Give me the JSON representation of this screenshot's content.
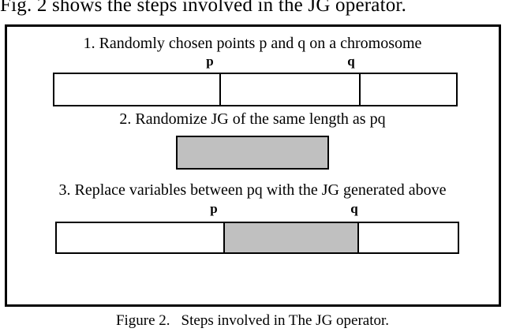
{
  "intro": {
    "text": "Fig. 2 shows the steps involved in the JG operator."
  },
  "diagram": {
    "step1": {
      "label": "1. Randomly chosen points p and q on a chromosome",
      "p_marker": "p",
      "q_marker": "q"
    },
    "step2": {
      "label": "2. Randomize JG of the same length as pq"
    },
    "step3": {
      "label": "3. Replace variables between pq with the JG generated above",
      "p_marker": "p",
      "q_marker": "q"
    },
    "colors": {
      "jg_fill": "#c0c0c0",
      "border": "#000000",
      "background": "#ffffff"
    }
  },
  "caption": {
    "prefix": "Figure 2.",
    "text": "Steps involved in The JG operator."
  }
}
